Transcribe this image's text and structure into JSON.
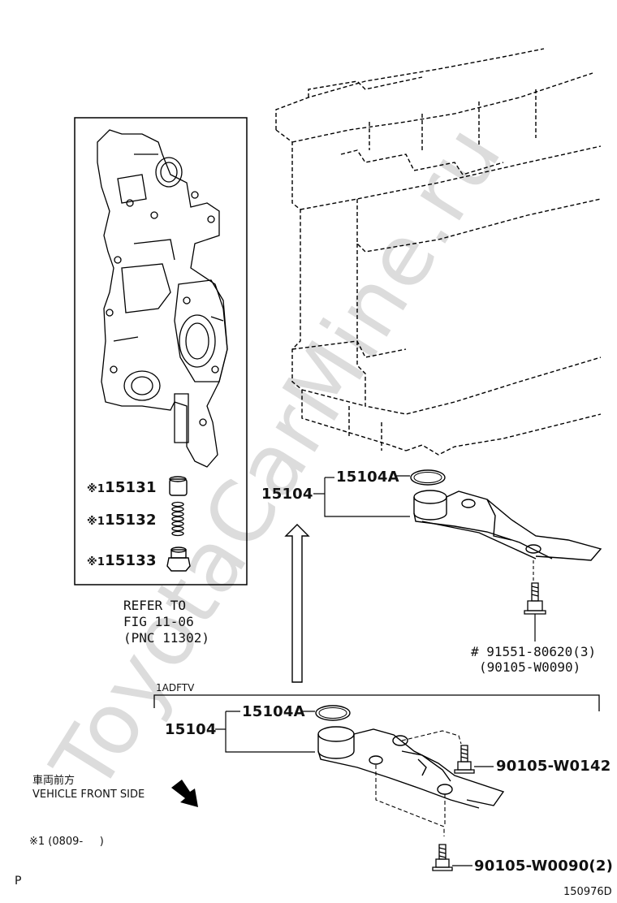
{
  "watermark": "ToyotaCarMine.ru",
  "inset": {
    "parts": [
      {
        "mark": "※1",
        "number": "15131"
      },
      {
        "mark": "※1",
        "number": "15132"
      },
      {
        "mark": "※1",
        "number": "15133"
      }
    ],
    "refer_lines": [
      "REFER TO",
      "FIG 11-06",
      "(PNC 11302)"
    ]
  },
  "upper_assembly": {
    "pipe_label": "15104",
    "gasket_label": "15104A",
    "bolt_line1": "# 91551-80620(3)",
    "bolt_line2": "(90105-W0090)"
  },
  "variant_label": "1ADFTV",
  "lower_assembly": {
    "pipe_label": "15104",
    "gasket_label": "15104A",
    "bolt_top_label": "90105-W0142",
    "bolt_bottom_label": "90105-W0090(2)"
  },
  "front_side": {
    "japanese": "車両前方",
    "english": "VEHICLE FRONT SIDE"
  },
  "footnote": "※1 (0809-     )",
  "corner_left": "P",
  "figure_id": "150976D"
}
